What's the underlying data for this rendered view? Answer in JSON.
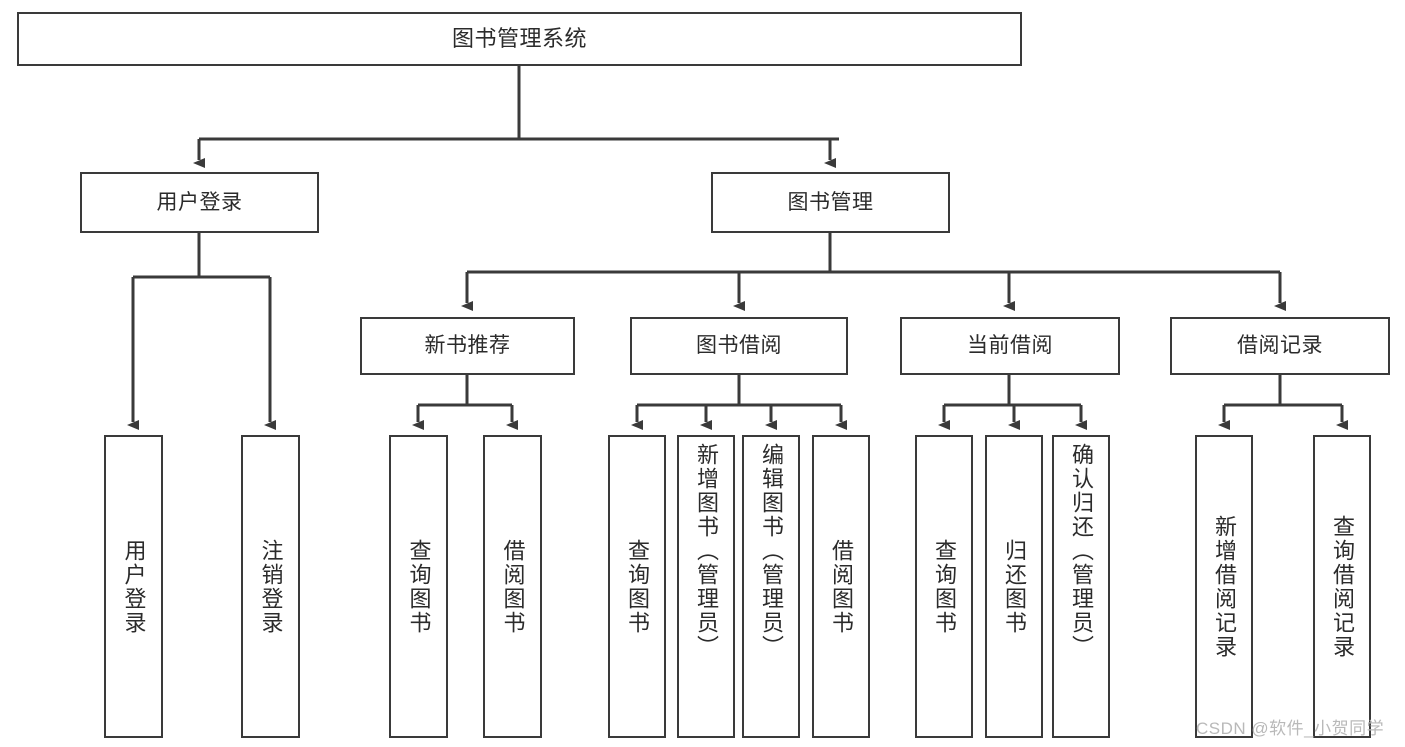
{
  "diagram": {
    "type": "tree-hierarchy-chart",
    "title": "图书管理系统",
    "colors": {
      "box_border": "#3a3a3a",
      "box_fill": "#ffffff",
      "edge": "#3a3a3a",
      "text": "#2b2b2b",
      "watermark": "#b9b9b9",
      "background": "#ffffff"
    },
    "levels": {
      "root": {
        "label": "图书管理系统"
      },
      "level2": [
        {
          "label": "用户登录"
        },
        {
          "label": "图书管理"
        }
      ],
      "level3": [
        {
          "label": "新书推荐"
        },
        {
          "label": "图书借阅"
        },
        {
          "label": "当前借阅"
        },
        {
          "label": "借阅记录"
        }
      ],
      "leaves": {
        "user_login": [
          {
            "label": "用户登录"
          },
          {
            "label": "注销登录"
          }
        ],
        "new_book_recommend": [
          {
            "label": "查询图书"
          },
          {
            "label": "借阅图书"
          }
        ],
        "book_borrow": [
          {
            "label": "查询图书"
          },
          {
            "label": "新增图书（管理员）"
          },
          {
            "label": "编辑图书（管理员）"
          },
          {
            "label": "借阅图书"
          }
        ],
        "current_borrow": [
          {
            "label": "查询图书"
          },
          {
            "label": "归还图书"
          },
          {
            "label": "确认归还（管理员）"
          }
        ],
        "borrow_record": [
          {
            "label": "新增借阅记录"
          },
          {
            "label": "查询借阅记录"
          }
        ]
      }
    }
  },
  "watermark": {
    "text": "CSDN @软件_小贺同学"
  }
}
